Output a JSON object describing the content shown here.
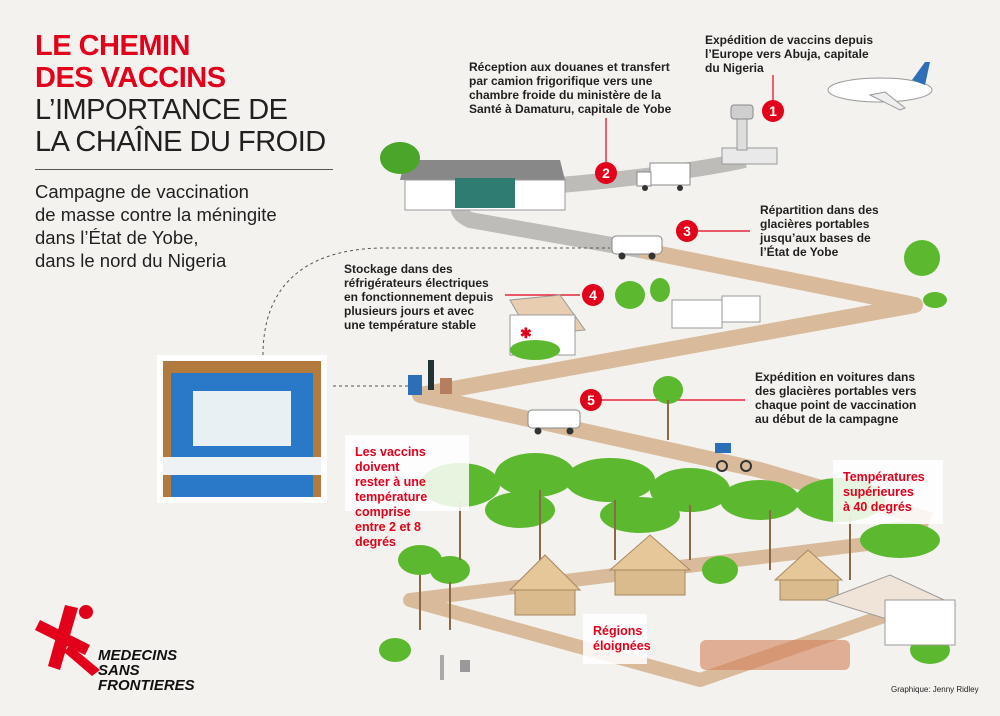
{
  "title": {
    "line1": "LE CHEMIN",
    "line2": "DES VACCINS",
    "line3": "L’IMPORTANCE DE",
    "line4": "LA CHAÎNE DU FROID"
  },
  "subtitle": [
    "Campagne de vaccination",
    "de masse contre la méningite",
    "dans l’État de Yobe,",
    "dans le nord du Nigeria"
  ],
  "steps": [
    {
      "number": "1",
      "text": [
        "Expédition de vaccins depuis",
        "l’Europe vers Abuja, capitale",
        "du Nigeria"
      ]
    },
    {
      "number": "2",
      "text": [
        "Réception aux douanes et transfert",
        "par camion frigorifique vers une",
        "chambre froide du ministère de la",
        "Santé à Damaturu, capitale de Yobe"
      ]
    },
    {
      "number": "3",
      "text": [
        "Répartition dans des",
        "glacières portables",
        "jusqu’aux bases de",
        "l’État de Yobe"
      ]
    },
    {
      "number": "4",
      "text": [
        "Stockage dans des",
        "réfrigérateurs électriques",
        "en fonctionnement depuis",
        "plusieurs jours et avec",
        "une température stable"
      ]
    },
    {
      "number": "5",
      "text": [
        "Expédition en voitures dans",
        "des glacières portables vers",
        "chaque point de vaccination",
        "au début de la campagne"
      ]
    }
  ],
  "notes": {
    "temperature_range": [
      "Les vaccins doivent",
      "rester à une",
      "température comprise",
      "entre 2 et 8 degrés"
    ],
    "high_temperature": [
      "Températures",
      "supérieures",
      "à 40 degrés"
    ],
    "remote_regions": [
      "Régions",
      "éloignées"
    ]
  },
  "logo": {
    "line1": "MEDECINS",
    "line2": "SANS FRONTIERES"
  },
  "credit": "Graphique: Jenny Ridley",
  "colors": {
    "accent": "#e2001a",
    "road_paved": "#bdbcb9",
    "road_dirt": "#d9bb9b",
    "tree": "#5cb82e",
    "background": "#f3f2ee"
  }
}
